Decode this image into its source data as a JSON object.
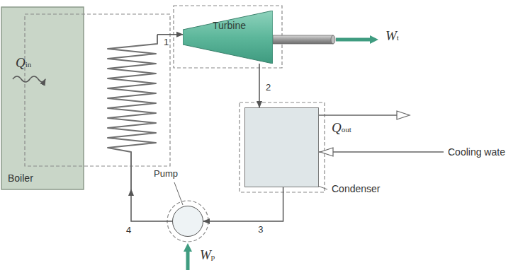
{
  "diagram": {
    "nodes": [
      {
        "text": [
          "Boiler"
        ]
      },
      {
        "text": [
          "Turbine"
        ]
      },
      {
        "text": [
          "Condenser"
        ]
      },
      {
        "text": [
          "Pump"
        ]
      }
    ],
    "edges": [
      {
        "from": 0,
        "to": 1,
        "arrow": "to",
        "label": "1"
      },
      {
        "from": 1,
        "to": 2,
        "arrow": "to",
        "label": "2"
      },
      {
        "from": 2,
        "to": 3,
        "arrow": "to",
        "label": "3"
      },
      {
        "from": 3,
        "to": 0,
        "arrow": "to",
        "label": "4"
      }
    ],
    "labels": [
      "Qin",
      "Wt",
      "Qout",
      "Wp",
      "Cooling wate"
    ]
  }
}
